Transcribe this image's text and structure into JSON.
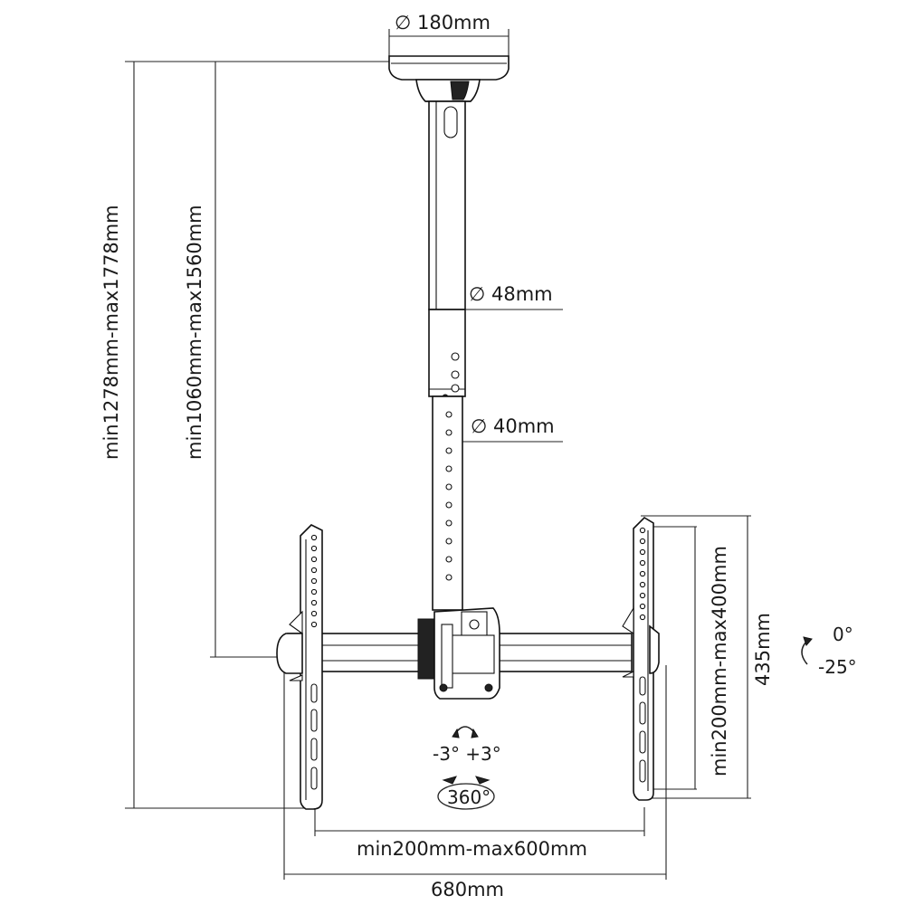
{
  "labels": {
    "ceiling_plate_diameter": "∅ 180mm",
    "outer_tube_diameter": "∅ 48mm",
    "inner_tube_diameter": "∅ 40mm",
    "total_height": "min1278mm-max1778mm",
    "pole_height": "min1060mm-max1560mm",
    "vesa_vertical": "min200mm-max400mm",
    "bracket_height": "435mm",
    "tilt_top": "0°",
    "tilt_bottom": "-25°",
    "swivel": "-3° +3°",
    "rotation": "360°",
    "vesa_horizontal": "min200mm-max600mm",
    "overall_width": "680mm"
  }
}
